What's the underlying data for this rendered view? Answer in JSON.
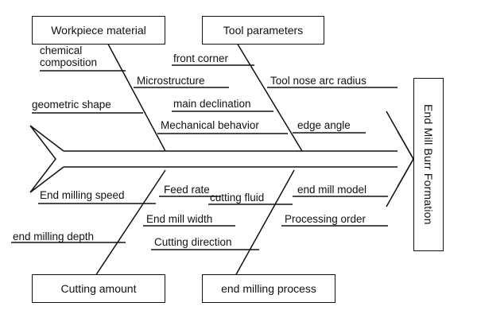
{
  "effect": "End Mill Burr Formation",
  "categories": {
    "top_left": "Workpiece material",
    "top_right": "Tool parameters",
    "bottom_left": "Cutting amount",
    "bottom_right": "end milling process"
  },
  "causes": {
    "workpiece": [
      "chemical composition",
      "Microstructure",
      "geometric shape",
      "Mechanical behavior"
    ],
    "tool": [
      "front corner",
      "Tool nose arc radius",
      "main declination",
      "edge angle"
    ],
    "cutting_amount": [
      "End milling speed",
      "Feed rate",
      "End mill width",
      "end milling depth",
      "Cutting direction"
    ],
    "process": [
      "cutting fluid",
      "end mill model",
      "Processing order"
    ]
  }
}
